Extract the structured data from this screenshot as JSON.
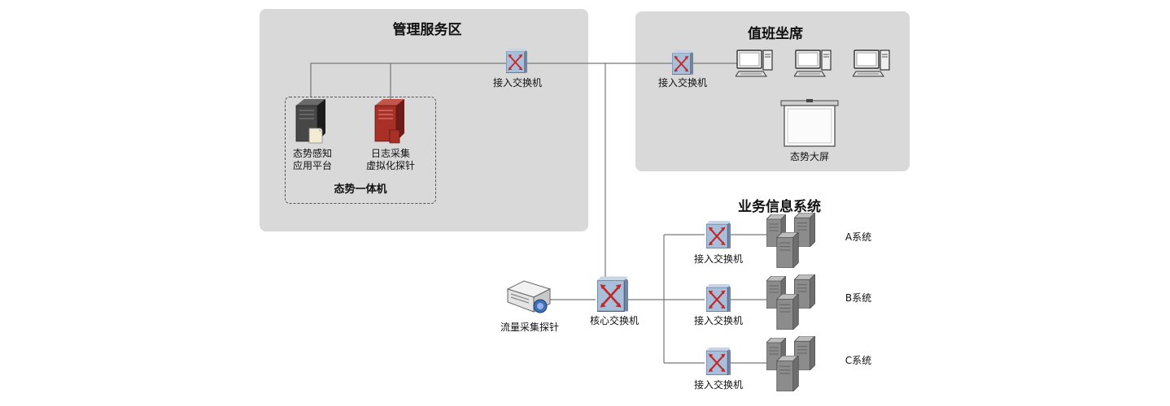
{
  "zones": {
    "management": {
      "title": "管理服务区"
    },
    "duty": {
      "title": "值班坐席"
    },
    "business": {
      "title": "业务信息系统"
    }
  },
  "appliance": {
    "title": "态势一体机"
  },
  "devices": {
    "mgmt_switch": {
      "label": "接入交换机"
    },
    "duty_switch": {
      "label": "接入交换机"
    },
    "core_switch": {
      "label": "核心交换机"
    },
    "biz_switch_a": {
      "label": "接入交换机"
    },
    "biz_switch_b": {
      "label": "接入交换机"
    },
    "biz_switch_c": {
      "label": "接入交换机"
    },
    "situation_platform": {
      "label_line1": "态势感知",
      "label_line2": "应用平台"
    },
    "log_probe": {
      "label_line1": "日志采集",
      "label_line2": "虚拟化探针"
    },
    "traffic_probe": {
      "label": "流量采集探针"
    },
    "big_screen": {
      "label": "态势大屏"
    }
  },
  "systems": {
    "a": "A系统",
    "b": "B系统",
    "c": "C系统"
  },
  "colors": {
    "zone_bg": "#d9d9d9",
    "switch_fill": "#a9bfd9",
    "switch_arrows": "#c0282a",
    "log_probe": "#a83027",
    "server_dark": "#3c3c3c",
    "server_gray": "#9a9a9a"
  }
}
